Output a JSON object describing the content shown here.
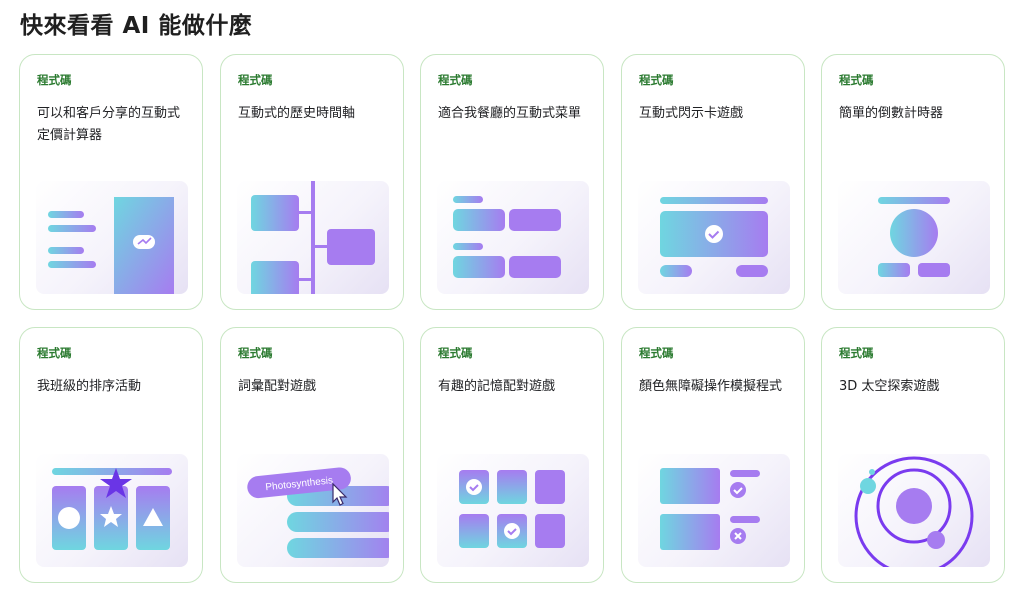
{
  "page": {
    "heading": "快來看看 AI 能做什麼"
  },
  "cards": [
    {
      "tag": "程式碼",
      "title": "可以和客戶分享的互動式定價計算器",
      "icon": "pricing-calculator-illustration"
    },
    {
      "tag": "程式碼",
      "title": "互動式的歷史時間軸",
      "icon": "timeline-illustration"
    },
    {
      "tag": "程式碼",
      "title": "適合我餐廳的互動式菜單",
      "icon": "menu-illustration"
    },
    {
      "tag": "程式碼",
      "title": "互動式閃示卡遊戲",
      "icon": "flashcard-illustration"
    },
    {
      "tag": "程式碼",
      "title": "簡單的倒數計時器",
      "icon": "countdown-timer-illustration"
    },
    {
      "tag": "程式碼",
      "title": "我班級的排序活動",
      "icon": "sorting-activity-illustration"
    },
    {
      "tag": "程式碼",
      "title": "詞彙配對遊戲",
      "icon": "vocabulary-matching-illustration",
      "chip_text": "Photosynthesis"
    },
    {
      "tag": "程式碼",
      "title": "有趣的記憶配對遊戲",
      "icon": "memory-game-illustration"
    },
    {
      "tag": "程式碼",
      "title": "顏色無障礙操作模擬程式",
      "icon": "color-accessibility-illustration"
    },
    {
      "tag": "程式碼",
      "title": "3D 太空探索遊戲",
      "icon": "space-exploration-illustration"
    }
  ],
  "colors": {
    "teal": "#6fd6e0",
    "violet": "#a67cf0",
    "deep_violet": "#6a35e6",
    "tag_green": "#2a7a2f",
    "border": "#c8e6c3"
  }
}
